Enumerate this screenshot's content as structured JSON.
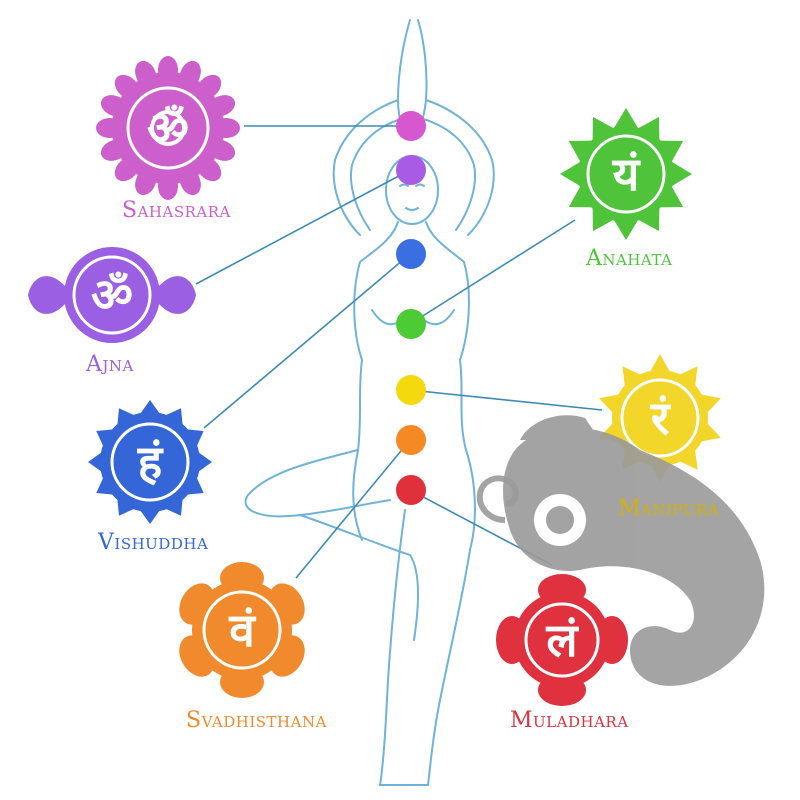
{
  "chakras": [
    {
      "id": "sahasrara",
      "name": "Sahasrara",
      "glyph": "ॐ",
      "color": "#cc5fcc"
    },
    {
      "id": "ajna",
      "name": "Ajna",
      "glyph": "ॐ",
      "color": "#9b5fe3"
    },
    {
      "id": "vishuddha",
      "name": "Vishuddha",
      "glyph": "हं",
      "color": "#3566d8"
    },
    {
      "id": "anahata",
      "name": "Anahata",
      "glyph": "यं",
      "color": "#4fc43b"
    },
    {
      "id": "manipura",
      "name": "Manipura",
      "glyph": "रं",
      "color": "#f2d62a"
    },
    {
      "id": "svadhisthana",
      "name": "Svadhisthana",
      "glyph": "वं",
      "color": "#f08a2c"
    },
    {
      "id": "muladhara",
      "name": "Muladhara",
      "glyph": "लं",
      "color": "#e0313f"
    }
  ],
  "body_dot_colors": [
    "#d757d1",
    "#a85ce6",
    "#3b6ee0",
    "#4ccb35",
    "#f5d90f",
    "#f58a24",
    "#e0303c"
  ],
  "line_color": "#3d8ab3",
  "figure_color": "#6fb3d6",
  "watermark_color": "#9a9a9a"
}
